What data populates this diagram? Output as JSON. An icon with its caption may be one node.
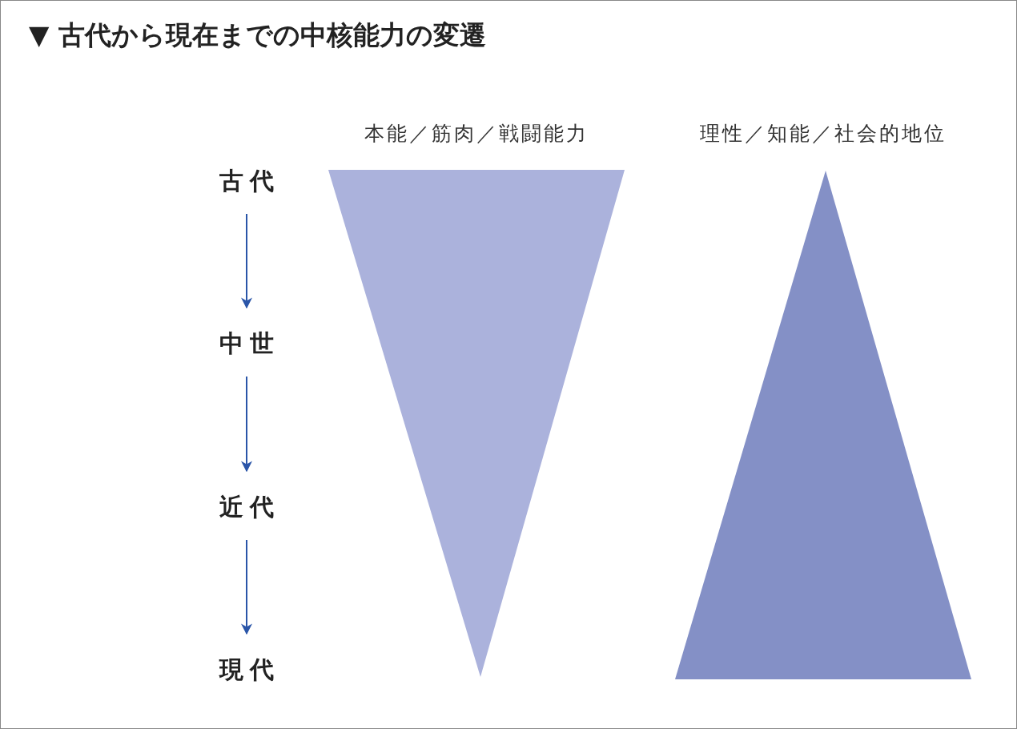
{
  "diagram": {
    "title": "▼ 古代から現在までの中核能力の変遷",
    "nodes": [
      {
        "text": [
          "古代"
        ]
      },
      {
        "text": [
          "中世"
        ]
      },
      {
        "text": [
          "近代"
        ]
      },
      {
        "text": [
          "現代"
        ]
      },
      {
        "text": [
          "本能／筋肉／戦闘能力"
        ]
      },
      {
        "text": [
          "理性／知能／社会的地位"
        ]
      }
    ],
    "edges": [
      {
        "from": 0,
        "to": 1,
        "arrow": "to",
        "color": "#2a55a8"
      },
      {
        "from": 1,
        "to": 2,
        "arrow": "to",
        "color": "#2a55a8"
      },
      {
        "from": 2,
        "to": 3,
        "arrow": "to",
        "color": "#2a55a8"
      }
    ]
  }
}
